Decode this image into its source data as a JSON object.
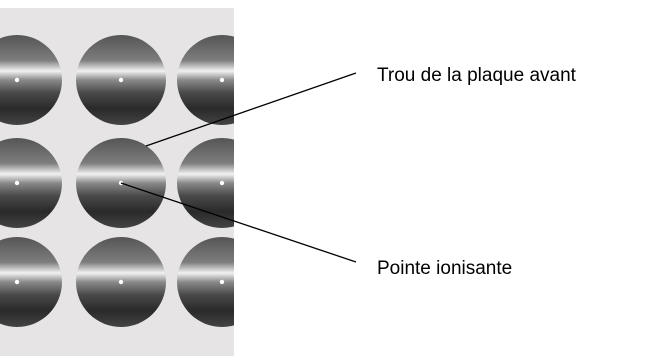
{
  "labels": {
    "front_plate_hole": "Trou de la plaque avant",
    "ionizing_tip": "Pointe ionisante"
  },
  "colors": {
    "plate_background": "#e6e4e4",
    "hole_dark": "#3a3a3a",
    "hole_highlight": "#f2f2f2",
    "tip": "#ffffff",
    "leader_line": "#000000"
  },
  "grid": {
    "rows": 3,
    "columns": 3
  }
}
